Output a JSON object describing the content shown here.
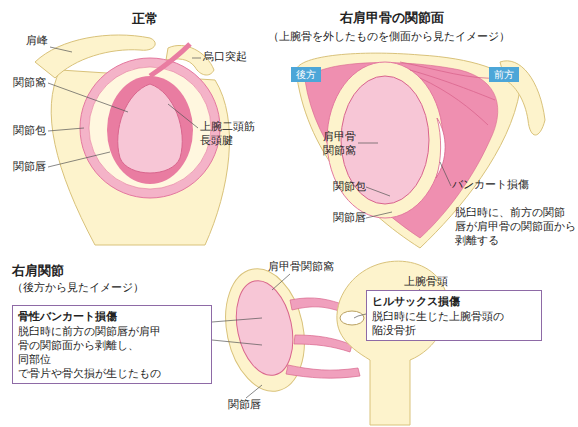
{
  "diagram": {
    "nodes": [
      {
        "text": [
          "後方"
        ]
      },
      {
        "text": [
          "前方"
        ]
      },
      {
        "text": [
          "骨性バンカート損傷",
          "脱臼時に前方の関節唇が肩甲 骨の関節面から剥離し、同部位 で骨片や骨欠損が生じたもの"
        ]
      },
      {
        "text": [
          "ヒルサックス損傷",
          "脱臼時に生じた上腕骨頭の 陥没骨折"
        ]
      }
    ],
    "labels": [
      "正常",
      "肩峰",
      "烏口突起",
      "関節窩",
      "関節包",
      "上腕二頭筋 長頭腱",
      "関節唇",
      "右肩甲骨の関節面",
      "（上腕骨を外したものを側面から見たイメージ）",
      "肩甲骨 関節窩",
      "関節包",
      "バンカート損傷",
      "関節唇",
      "脱臼時に、前方の関節 唇が肩甲骨の関節面から 剥離する",
      "右肩関節",
      "（後方から見たイメージ）",
      "肩甲骨関節窩",
      "上腕骨頭",
      "関節唇"
    ]
  }
}
